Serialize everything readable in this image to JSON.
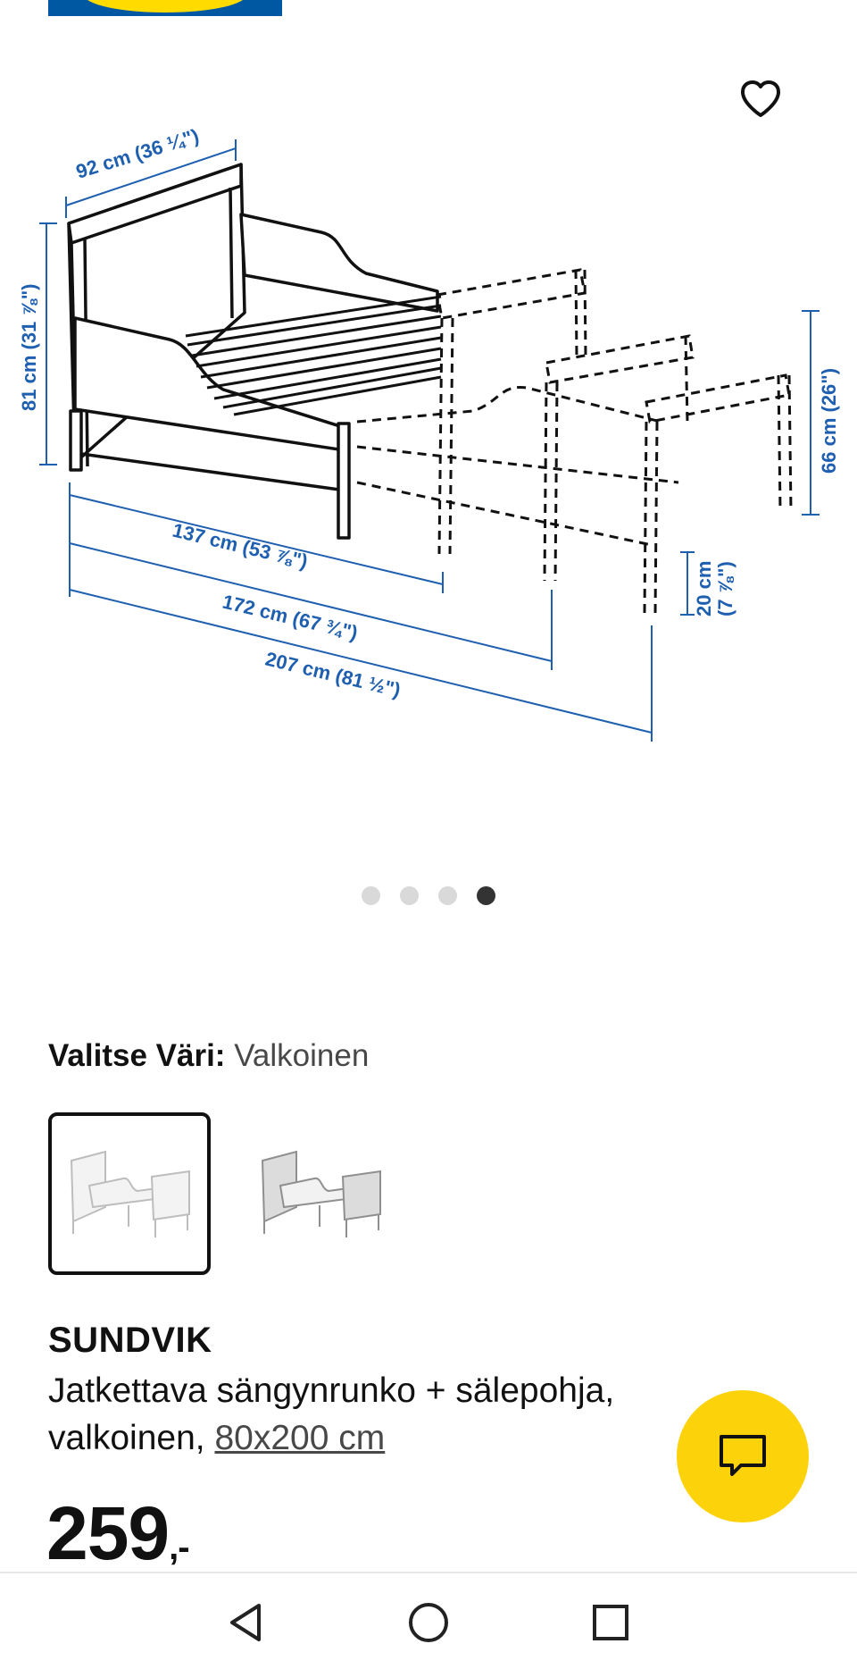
{
  "colors": {
    "ikea_blue": "#0058a3",
    "ikea_yellow": "#ffdb00",
    "dimension_blue": "#1f5fb0",
    "chat_yellow": "#fcd20b"
  },
  "header": {
    "logo_icon": "ikea-logo",
    "favorite_icon": "heart-outline-icon"
  },
  "diagram": {
    "width_label": "92 cm (36 ¼\")",
    "height_label": "81 cm (31 ⅞\")",
    "side_height_label": "66 cm (26\")",
    "leg_label_cm": "20 cm",
    "leg_label_in": "(7 ⅞\")",
    "length_1_label": "137 cm (53 ⅞\")",
    "length_2_label": "172 cm (67 ¾\")",
    "length_3_label": "207 cm (81 ½\")"
  },
  "carousel": {
    "total": 4,
    "active_index": 4
  },
  "color_selector": {
    "label": "Valitse Väri:",
    "value": "Valkoinen"
  },
  "product": {
    "name": "SUNDVIK",
    "description": "Jatkettava sängynrunko + sälepohja, valkoinen,",
    "size": "80x200 cm",
    "price": "259",
    "price_suffix": ",-"
  },
  "chat": {
    "icon": "chat-bubble-icon"
  },
  "navbar": {
    "back_icon": "triangle-back-icon",
    "home_icon": "circle-home-icon",
    "recents_icon": "square-recents-icon"
  }
}
